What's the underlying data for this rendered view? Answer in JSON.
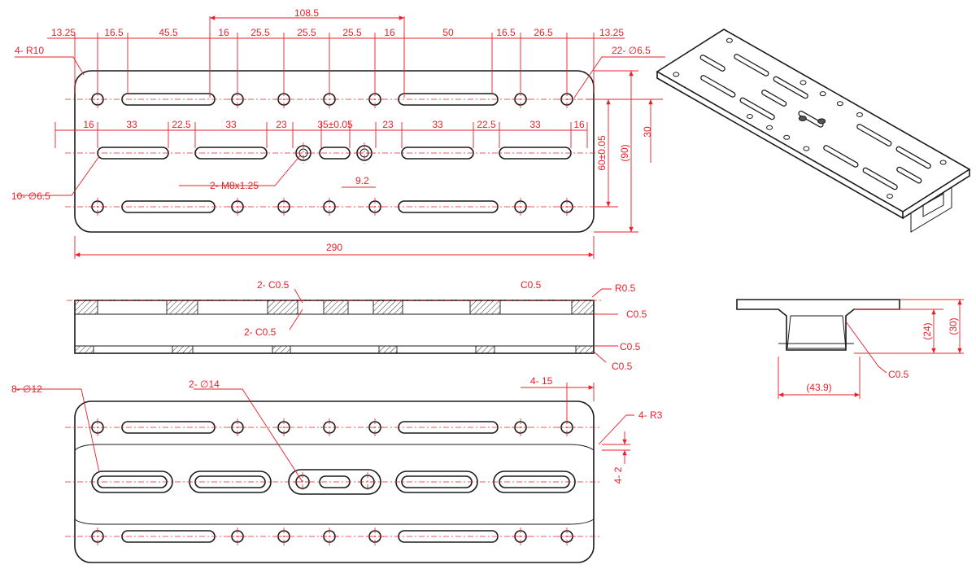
{
  "accent_color": "#e8202a",
  "outline_color": "#1a1a1a",
  "top_view": {
    "overall_top": "108.5",
    "top_row": [
      "13.25",
      "16.5",
      "45.5",
      "16",
      "25.5",
      "25.5",
      "25.5",
      "16",
      "50",
      "16.5",
      "26.5",
      "13.25"
    ],
    "middle_row": [
      "16",
      "33",
      "22.5",
      "33",
      "23",
      "35±0.05",
      "23",
      "33",
      "22.5",
      "33",
      "16"
    ],
    "corner_radius": "4- R10",
    "holes_22": "22- ∅6.5",
    "holes_10": "10- ∅6.5",
    "thread": "2- M8x1.25",
    "offset": "9.2",
    "width_total": "290",
    "height_right_30": "30",
    "height_right_60": "60±0.05",
    "height_right_90": "(90)"
  },
  "side_view": {
    "chamfer_left_top": "2- C0.5",
    "chamfer_left_bottom": "2- C0.5",
    "chamfer_top": "C0.5",
    "radius": "R0.5",
    "chamfer_r1": "C0.5",
    "chamfer_r2": "C0.5",
    "chamfer_r3": "C0.5"
  },
  "end_view": {
    "height_24": "(24)",
    "height_30": "(30)",
    "width": "(43.9)",
    "chamfer": "C0.5"
  },
  "bottom_view": {
    "holes_8": "8- ∅12",
    "holes_2": "2- ∅14",
    "dim_15": "4- 15",
    "radius": "4- R3",
    "dim_2": "4- 2"
  }
}
